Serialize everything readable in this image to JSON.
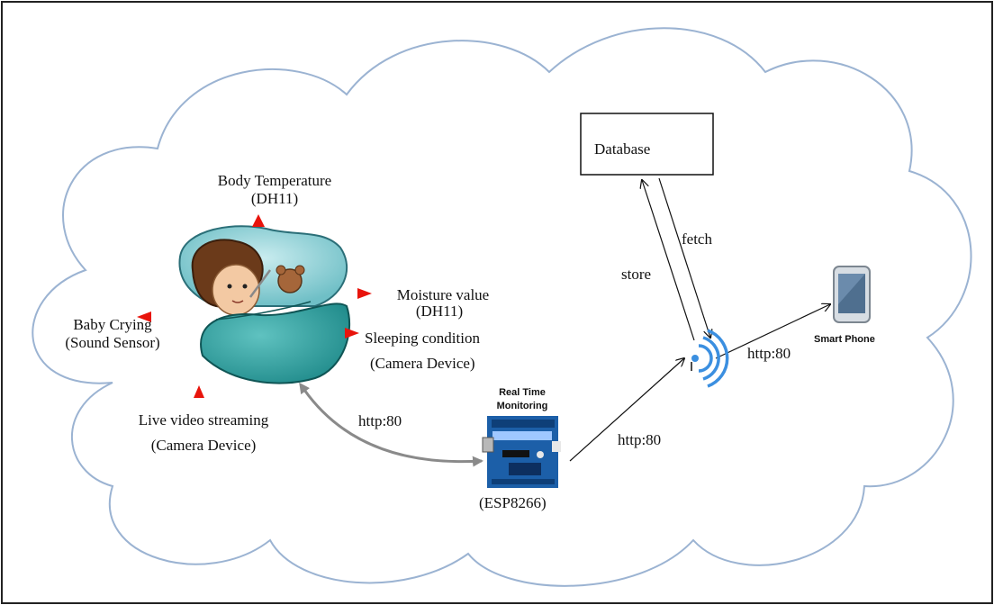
{
  "nodes": {
    "database": "Database",
    "smart_phone": "Smart Phone",
    "real_time_monitoring": [
      "Real Time",
      "Monitoring"
    ],
    "esp8266": "(ESP8266)"
  },
  "sensors": {
    "body_temperature": [
      "Body Temperature",
      "(DH11)"
    ],
    "moisture_value": [
      "Moisture value",
      "(DH11)"
    ],
    "sleeping_condition": [
      "Sleeping condition",
      "(Camera Device)"
    ],
    "baby_crying": [
      "Baby Crying",
      "(Sound Sensor)"
    ],
    "live_video": [
      "Live video streaming",
      "(Camera Device)"
    ]
  },
  "links": {
    "store": "store",
    "fetch": "fetch",
    "http_baby_esp": "http:80",
    "http_esp_wifi": "http:80",
    "http_wifi_phone": "http:80"
  },
  "colors": {
    "cloud_outline": "#9bb3d2",
    "sensor_marker": "#e8140c",
    "wifi_blue": "#3b8fe0",
    "board_blue": "#1c5fa8",
    "arrow_gray": "#8a8a8a"
  },
  "icons": [
    "baby-sleeping-illustration",
    "arduino-board-icon",
    "wifi-signal-icon",
    "smartphone-icon"
  ]
}
